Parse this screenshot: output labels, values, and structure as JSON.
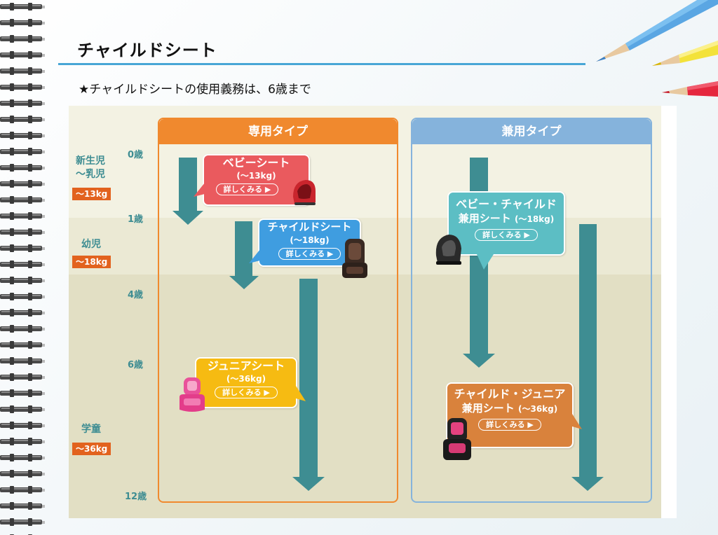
{
  "page": {
    "title": "チャイルドシート",
    "notice": "★チャイルドシートの使用義務は、6歳まで"
  },
  "stages": [
    {
      "label_line1": "新生児",
      "label_line2": "～乳児",
      "weight": "～13kg"
    },
    {
      "label_line1": "幼児",
      "label_line2": "",
      "weight": "～18kg"
    },
    {
      "label_line1": "学童",
      "label_line2": "",
      "weight": "～36kg"
    }
  ],
  "ages": [
    "0歳",
    "1歳",
    "4歳",
    "6歳",
    "12歳"
  ],
  "columns": {
    "dedicated": {
      "title": "専用タイプ",
      "color": "#f0892e"
    },
    "combined": {
      "title": "兼用タイプ",
      "color": "#85b3dc"
    }
  },
  "products": {
    "baby_seat": {
      "name": "ベビーシート",
      "weight": "(～13kg)",
      "more": "詳しくみる ▶",
      "color": "#ea5a5e"
    },
    "child_seat": {
      "name": "チャイルドシート",
      "weight": "(～18kg)",
      "more": "詳しくみる ▶",
      "color": "#3f9de0"
    },
    "junior_seat": {
      "name": "ジュニアシート",
      "weight": "(～36kg)",
      "more": "詳しくみる ▶",
      "color": "#f6bb12"
    },
    "baby_child": {
      "name_line1": "ベビー・チャイルド",
      "name_line2": "兼用シート",
      "weight": "(～18kg)",
      "more": "詳しくみる ▶",
      "color": "#5cbec4"
    },
    "child_junior": {
      "name_line1": "チャイルド・ジュニア",
      "name_line2": "兼用シート",
      "weight": "(～36kg)",
      "more": "詳しくみる ▶",
      "color": "#d9823c"
    }
  },
  "colors": {
    "arrow": "#3e8d92",
    "title_rule": "#48a6d6",
    "weight_badge": "#e2621e"
  }
}
